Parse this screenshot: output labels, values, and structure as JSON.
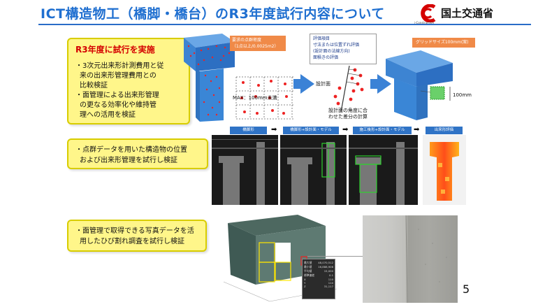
{
  "header": {
    "title": "ICT構造物工（橋脚・橋台）のR3年度試行内容について",
    "agency": "国土交通省",
    "logo_sub": "i-Construction"
  },
  "box1": {
    "heading": "R3年度に試行を実施",
    "lines": [
      "・3次元出来形計測費用と従",
      "来の出来形管理費用との",
      "比較検証",
      "・面管理による出来形管理",
      "の更なる効率化や維持管",
      "理への活用を検証"
    ]
  },
  "box2": {
    "lines": [
      "・点群データを用いた構造物の位置",
      "および出来形管理を試行し検証"
    ]
  },
  "box3": {
    "lines": [
      "・面管理で取得できる写真データを活",
      "用したひび割れ調査を試行し検証"
    ]
  },
  "diagram": {
    "density_note": [
      "要求の点群密度",
      "（1点以上/0.0025m2）"
    ],
    "grid_note": "グリッドサイズ100mm(案)",
    "items_note": [
      "評価項目",
      "寸法または位置ずれ評価",
      "(設計面の法線方向)",
      "面積きの評価"
    ],
    "max_label": "MAX：100mm未満",
    "design_label": "設計面",
    "calc_label": [
      "設計面の角度に合",
      "わせた差分の計算"
    ],
    "dim_label": "100mm"
  },
  "captions": [
    "橋脚形",
    "橋脚形+設計面・モデル",
    "施工後形+設計面・モデル",
    "出来形評価"
  ],
  "panel3": {
    "rows": [
      "最大値",
      "最小値",
      "平均値",
      "標準偏差",
      "X",
      "Y",
      "Z"
    ],
    "values": [
      "48,070,512",
      "16,888,906",
      "15,000",
      "0.1",
      "110",
      "110",
      "31,117"
    ]
  },
  "page_number": "5",
  "colors": {
    "accent": "#1f6fd0",
    "red": "#d40000",
    "yellow": "#fff68a",
    "pier": "#3a86d6"
  }
}
